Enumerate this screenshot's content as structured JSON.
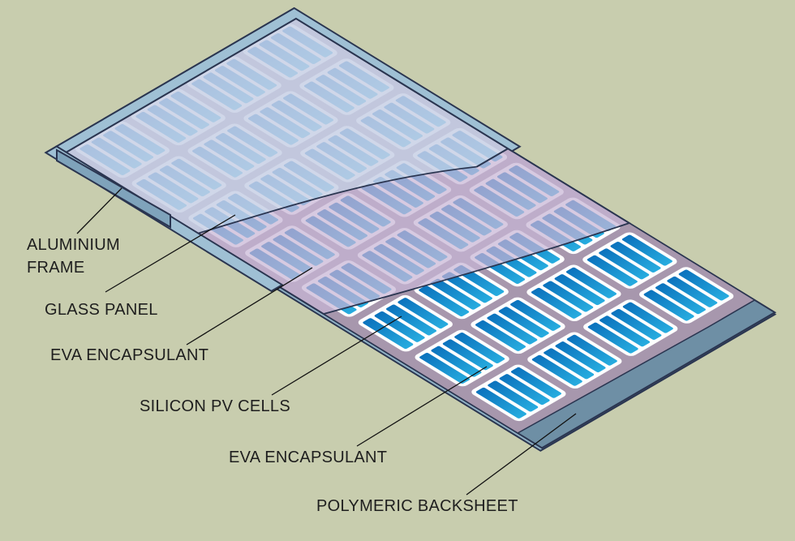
{
  "labels": {
    "frame_line1": "ALUMINIUM",
    "frame_line2": "FRAME",
    "glass": "GLASS PANEL",
    "eva_top": "EVA ENCAPSULANT",
    "cells": "SILICON PV CELLS",
    "eva_bottom": "EVA ENCAPSULANT",
    "backsheet": "POLYMERIC BACKSHEET"
  },
  "colors": {
    "background": "#c8cdae",
    "backsheet": "#6e8fa5",
    "eva": "#a797ad",
    "cell_blue": "#1a8fd0",
    "frame": "#9fc0d4",
    "outline": "#2a3550"
  }
}
